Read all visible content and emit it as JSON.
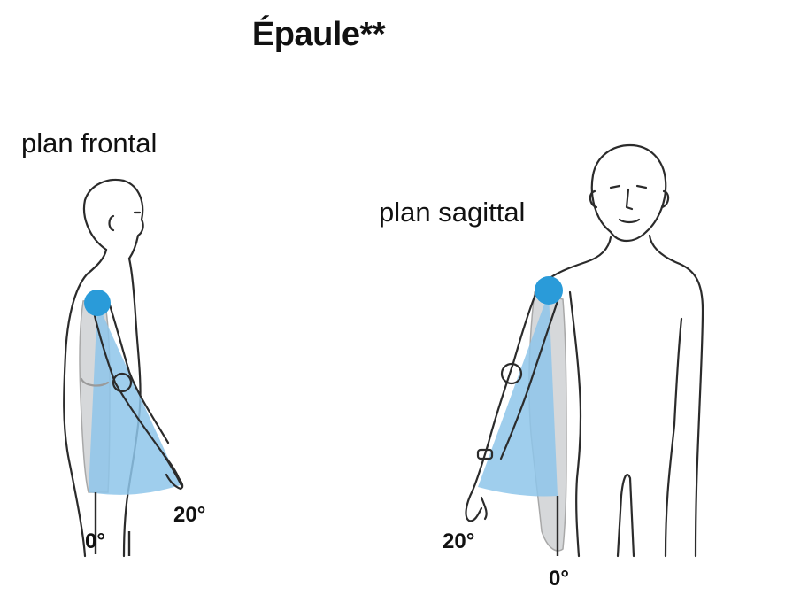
{
  "title": "Épaule**",
  "figures": [
    {
      "plane_label": "plan frontal",
      "angle_forward": "20°",
      "angle_neutral": "0°"
    },
    {
      "plane_label": "plan sagittal",
      "angle_forward": "20°",
      "angle_neutral": "0°"
    }
  ],
  "colors": {
    "joint_marker": "#2a9bd9",
    "range_fill": "#8ec6ea",
    "ghost_arm": "#cfd2d4",
    "outline": "#2b2b2b"
  }
}
